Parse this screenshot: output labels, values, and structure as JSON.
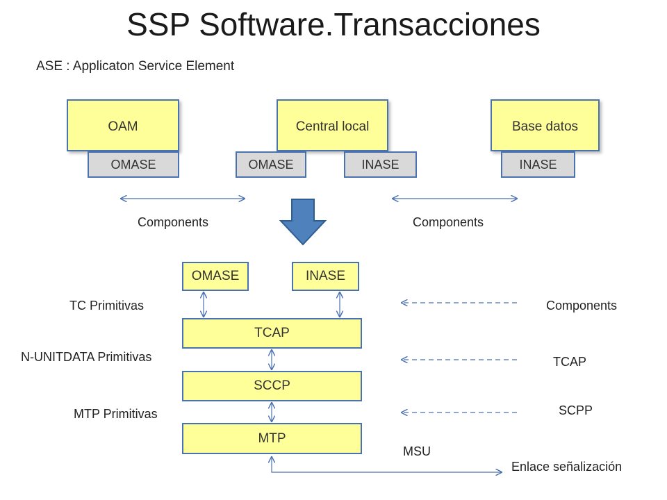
{
  "title": "SSP Software.Transacciones",
  "subtitle": "ASE : Applicaton Service Element",
  "top_row": {
    "oam": "OAM",
    "oam_ase": "OMASE",
    "central": "Central local",
    "central_ase_left": "OMASE",
    "central_ase_right": "INASE",
    "base": "Base datos",
    "base_ase": "INASE"
  },
  "components_left": "Components",
  "components_right": "Components",
  "stack": {
    "omase": "OMASE",
    "inase": "INASE",
    "tcap": "TCAP",
    "sccp": "SCCP",
    "mtp": "MTP"
  },
  "primitives": {
    "tc": "TC Primitivas",
    "n_unitdata": "N-UNITDATA Primitivas",
    "mtp": "MTP Primitivas"
  },
  "right_labels": {
    "components": "Components",
    "tcap": "TCAP",
    "scpp": "SCPP",
    "msu": "MSU",
    "enlace": "Enlace señalización"
  },
  "colors": {
    "box_fill": "#ffff99",
    "ase_fill": "#d9d9d9",
    "border": "#4a72b0",
    "arrow_fill": "#4f81bd"
  }
}
